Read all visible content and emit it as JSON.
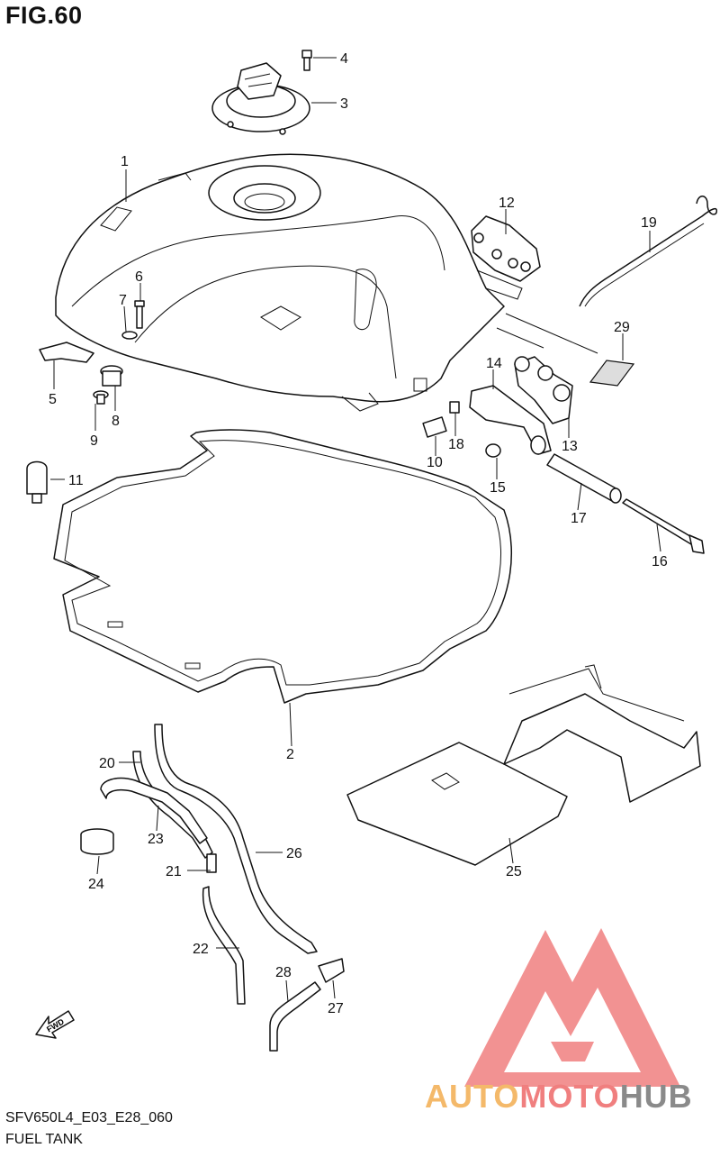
{
  "figure": {
    "title": "FIG.60",
    "model_code": "SFV650L4_E03_E28_060",
    "section_name": "FUEL TANK"
  },
  "callouts": [
    "1",
    "2",
    "3",
    "4",
    "5",
    "6",
    "7",
    "8",
    "9",
    "10",
    "11",
    "12",
    "13",
    "14",
    "15",
    "16",
    "17",
    "18",
    "19",
    "20",
    "21",
    "22",
    "23",
    "24",
    "25",
    "26",
    "27",
    "28",
    "29"
  ],
  "fwd_label": "FWD",
  "watermark": {
    "part1": "AUTO",
    "part2": "MOTO",
    "part3": "HUB",
    "colors": {
      "auto": "#f4b96a",
      "moto": "#f07f7f",
      "hub": "#8a8a8a",
      "logo": "#f08080"
    }
  }
}
